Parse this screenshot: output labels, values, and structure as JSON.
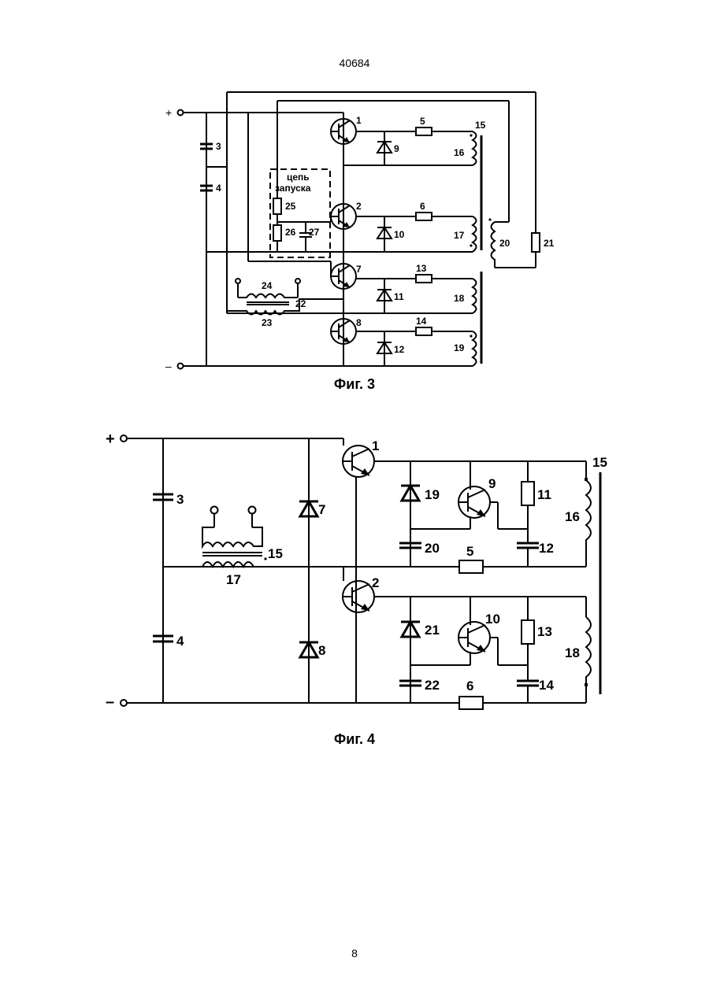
{
  "document": {
    "doc_number": "40684",
    "page_number": "8"
  },
  "fig3": {
    "caption": "Фиг. 3",
    "plus": "+",
    "minus": "–",
    "start_circuit": [
      "цепь",
      "запуска"
    ],
    "labels": {
      "c3": "3",
      "c4": "4",
      "t1": "1",
      "t2": "2",
      "t7": "7",
      "t8": "8",
      "r5": "5",
      "r6": "6",
      "r13": "13",
      "r14": "14",
      "d9": "9",
      "d10": "10",
      "d11": "11",
      "d12": "12",
      "tr15": "15",
      "w16": "16",
      "w17": "17",
      "w18": "18",
      "w19": "19",
      "w20": "20",
      "r21": "21",
      "w22": "22",
      "w23": "23",
      "w24": "24",
      "r25": "25",
      "r26": "26",
      "c27": "27"
    }
  },
  "fig4": {
    "caption": "Фиг. 4",
    "plus": "+",
    "minus": "–",
    "labels": {
      "c3": "3",
      "c4": "4",
      "d7": "7",
      "d8": "8",
      "t1": "1",
      "t2": "2",
      "t9": "9",
      "t10": "10",
      "r5": "5",
      "r6": "6",
      "r11": "11",
      "r13": "13",
      "c12": "12",
      "c14": "14",
      "tr15": "15",
      "w16": "16",
      "w18": "18",
      "w17": "17",
      "w15": "15",
      "d19": "19",
      "d21": "21",
      "c20": "20",
      "c22": "22"
    }
  }
}
